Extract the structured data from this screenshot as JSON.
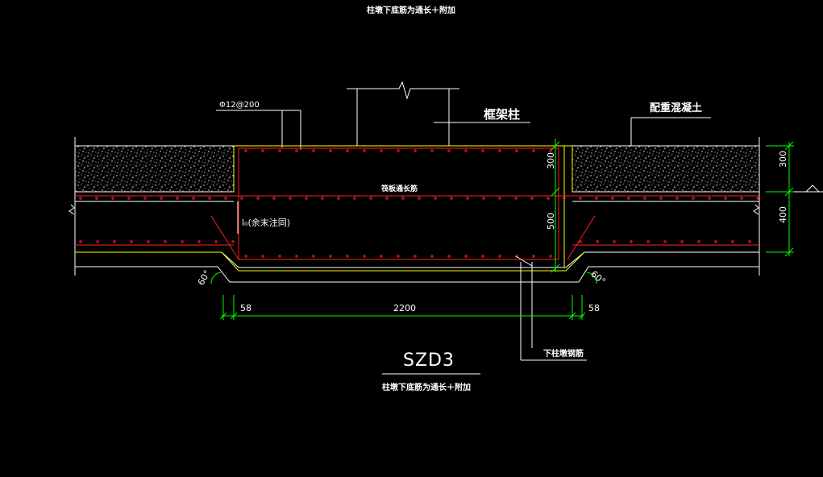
{
  "labels": {
    "top_note": "柱墩下底筋为通长＋附加",
    "rebar_spec": "Φ12@200",
    "column": "框架柱",
    "counterweight": "配重混凝土",
    "raft_rebar": "筏板通长筋",
    "anchorage": "l₀(余末注同)",
    "lower_rebar": "下柱墩钢筋",
    "title": "SZD3",
    "bottom_note": "柱墩下底筋为通长＋附加"
  },
  "dimensions": {
    "left_offset": "58",
    "width": "2200",
    "right_offset": "58",
    "upper_depth": "300",
    "lower_depth": "500",
    "right_upper": "300",
    "right_lower": "400",
    "angle_left": "60°",
    "angle_right": "60°"
  },
  "colors": {
    "background": "#000000",
    "outline": "#ffffff",
    "rebar": "#ff2020",
    "yellow": "#ffff00",
    "dimension": "#00ff00"
  }
}
